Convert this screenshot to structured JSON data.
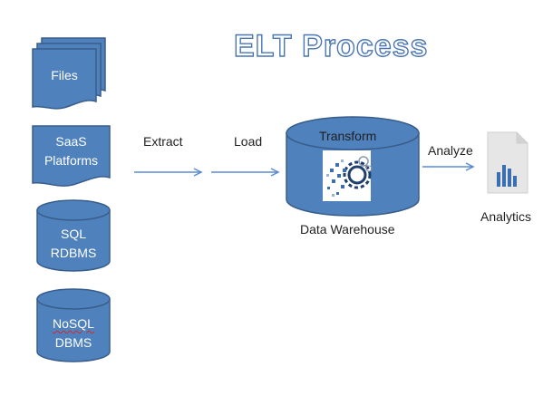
{
  "title": "ELT Process",
  "sources": {
    "files": "Files",
    "saas": [
      "SaaS",
      "Platforms"
    ],
    "sql": [
      "SQL",
      "RDBMS"
    ],
    "nosql": [
      "NoSQL",
      "DBMS"
    ]
  },
  "steps": {
    "extract": "Extract",
    "load": "Load",
    "transform": "Transform",
    "analyze": "Analyze"
  },
  "warehouse_label": "Data Warehouse",
  "analytics_label": "Analytics",
  "colors": {
    "shape_fill": "#4f81bd",
    "shape_stroke": "#385d8a",
    "arrow": "#5b8bd0",
    "title_stroke": "#4a76b3"
  }
}
